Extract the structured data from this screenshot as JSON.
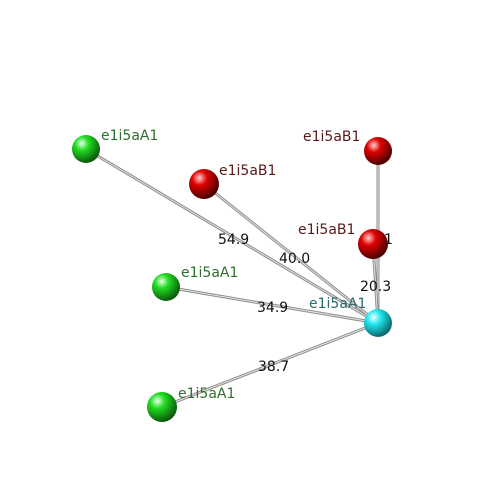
{
  "colors": {
    "edge": "#8f8f8f",
    "edge_highlight": "#e2e2e2",
    "green_node": "#22dd22",
    "red_node": "#e00000",
    "cyan_node": "#22e8ee",
    "green_label": "#2e6e2e",
    "red_label": "#5a1a1a",
    "cyan_label": "#2a6a6a"
  },
  "nodes": [
    {
      "id": "g1",
      "label": "e1i5aA1",
      "type": "green"
    },
    {
      "id": "r1",
      "label": "e1i5aB1",
      "type": "red"
    },
    {
      "id": "r2",
      "label": "e1i5aB1",
      "type": "red"
    },
    {
      "id": "r3",
      "label": "e1i5aB1",
      "type": "red"
    },
    {
      "id": "g2",
      "label": "e1i5aA1",
      "type": "green"
    },
    {
      "id": "c1",
      "label": "e1i5aA1",
      "type": "cyan"
    },
    {
      "id": "g3",
      "label": "e1i5aA1",
      "type": "green"
    }
  ],
  "edges": [
    {
      "from": "g1",
      "to": "c1",
      "label": "54.9"
    },
    {
      "from": "r1",
      "to": "c1",
      "label": "40.0"
    },
    {
      "from": "r2",
      "to": "c1",
      "label": ""
    },
    {
      "from": "r3",
      "to": "c1",
      "label": "20.3"
    },
    {
      "from": "g2",
      "to": "c1",
      "label": "34.9"
    },
    {
      "from": "g3",
      "to": "c1",
      "label": "38.7"
    }
  ],
  "partial_label": "1"
}
